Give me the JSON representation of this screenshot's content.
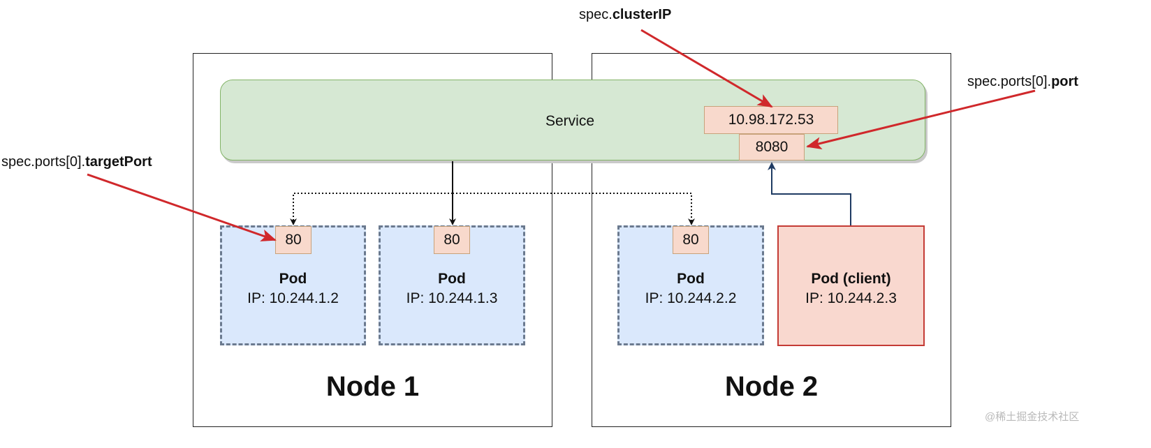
{
  "nodes": [
    {
      "label": "Node 1"
    },
    {
      "label": "Node 2"
    }
  ],
  "service": {
    "label": "Service",
    "cluster_ip": "10.98.172.53",
    "port": "8080"
  },
  "pods": [
    {
      "title": "Pod",
      "ip": "IP: 10.244.1.2",
      "port": "80"
    },
    {
      "title": "Pod",
      "ip": "IP: 10.244.1.3",
      "port": "80"
    },
    {
      "title": "Pod",
      "ip": "IP: 10.244.2.2",
      "port": "80"
    },
    {
      "title": "Pod (client)",
      "ip": "IP: 10.244.2.3"
    }
  ],
  "callouts": {
    "cluster_ip": {
      "prefix": "spec.",
      "field": "clusterIP"
    },
    "port": {
      "prefix": "spec.ports[0].",
      "field": "port"
    },
    "target_port": {
      "prefix": "spec.ports[0].",
      "field": "targetPort"
    }
  },
  "watermark": "@稀土掘金技术社区",
  "colors": {
    "service_fill": "#d6e8d3",
    "service_border": "#82b366",
    "pod_fill": "#dae8fc",
    "pod_border": "#6b7a8f",
    "client_fill": "#f9d8cf",
    "client_border": "#c43b35",
    "port_fill": "#f8d9cc",
    "callout_arrow": "#d0282b",
    "client_arrow": "#1f3b63"
  }
}
